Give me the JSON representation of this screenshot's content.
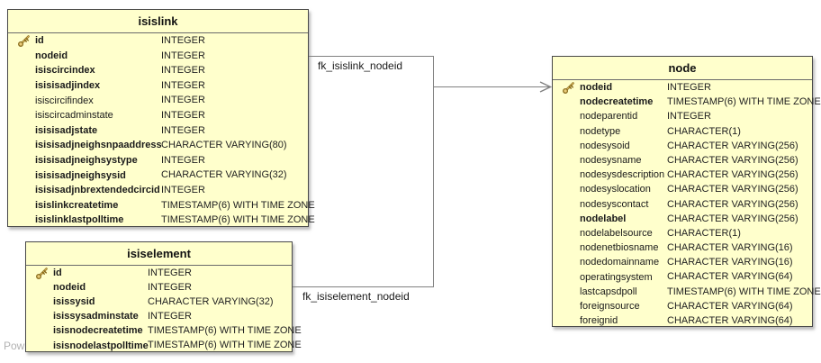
{
  "diagram": {
    "watermark": "Pow",
    "colors": {
      "table_fill": "#ffffcc",
      "table_border": "#484848",
      "connector_line": "#808080",
      "key_icon_gold": "#d9b35c"
    },
    "relations": [
      {
        "label": "fk_isislink_nodeid",
        "from": "isislink.nodeid",
        "to": "node.nodeid"
      },
      {
        "label": "fk_isiselement_nodeid",
        "from": "isiselement.nodeid",
        "to": "node.nodeid"
      }
    ],
    "tables": [
      {
        "name": "isislink",
        "columns": [
          {
            "name": "id",
            "type": "INTEGER",
            "pk": true,
            "bold": true
          },
          {
            "name": "nodeid",
            "type": "INTEGER",
            "pk": false,
            "bold": true
          },
          {
            "name": "isiscircindex",
            "type": "INTEGER",
            "pk": false,
            "bold": true
          },
          {
            "name": "isisisadjindex",
            "type": "INTEGER",
            "pk": false,
            "bold": true
          },
          {
            "name": "isiscircifindex",
            "type": "INTEGER",
            "pk": false,
            "bold": false
          },
          {
            "name": "isiscircadminstate",
            "type": "INTEGER",
            "pk": false,
            "bold": false
          },
          {
            "name": "isisisadjstate",
            "type": "INTEGER",
            "pk": false,
            "bold": true
          },
          {
            "name": "isisisadjneighsnpaaddress",
            "type": "CHARACTER VARYING(80)",
            "pk": false,
            "bold": true
          },
          {
            "name": "isisisadjneighsystype",
            "type": "INTEGER",
            "pk": false,
            "bold": true
          },
          {
            "name": "isisisadjneighsysid",
            "type": "CHARACTER VARYING(32)",
            "pk": false,
            "bold": true
          },
          {
            "name": "isisisadjnbrextendedcircid",
            "type": "INTEGER",
            "pk": false,
            "bold": true
          },
          {
            "name": "isislinkcreatetime",
            "type": "TIMESTAMP(6) WITH TIME ZONE",
            "pk": false,
            "bold": true
          },
          {
            "name": "isislinklastpolltime",
            "type": "TIMESTAMP(6) WITH TIME ZONE",
            "pk": false,
            "bold": true
          }
        ]
      },
      {
        "name": "isiselement",
        "columns": [
          {
            "name": "id",
            "type": "INTEGER",
            "pk": true,
            "bold": true
          },
          {
            "name": "nodeid",
            "type": "INTEGER",
            "pk": false,
            "bold": true
          },
          {
            "name": "isissysid",
            "type": "CHARACTER VARYING(32)",
            "pk": false,
            "bold": true
          },
          {
            "name": "isissysadminstate",
            "type": "INTEGER",
            "pk": false,
            "bold": true
          },
          {
            "name": "isisnodecreatetime",
            "type": "TIMESTAMP(6) WITH TIME ZONE",
            "pk": false,
            "bold": true
          },
          {
            "name": "isisnodelastpolltime",
            "type": "TIMESTAMP(6) WITH TIME ZONE",
            "pk": false,
            "bold": true
          }
        ]
      },
      {
        "name": "node",
        "columns": [
          {
            "name": "nodeid",
            "type": "INTEGER",
            "pk": true,
            "bold": true
          },
          {
            "name": "nodecreatetime",
            "type": "TIMESTAMP(6) WITH TIME ZONE",
            "pk": false,
            "bold": true
          },
          {
            "name": "nodeparentid",
            "type": "INTEGER",
            "pk": false,
            "bold": false
          },
          {
            "name": "nodetype",
            "type": "CHARACTER(1)",
            "pk": false,
            "bold": false
          },
          {
            "name": "nodesysoid",
            "type": "CHARACTER VARYING(256)",
            "pk": false,
            "bold": false
          },
          {
            "name": "nodesysname",
            "type": "CHARACTER VARYING(256)",
            "pk": false,
            "bold": false
          },
          {
            "name": "nodesysdescription",
            "type": "CHARACTER VARYING(256)",
            "pk": false,
            "bold": false
          },
          {
            "name": "nodesyslocation",
            "type": "CHARACTER VARYING(256)",
            "pk": false,
            "bold": false
          },
          {
            "name": "nodesyscontact",
            "type": "CHARACTER VARYING(256)",
            "pk": false,
            "bold": false
          },
          {
            "name": "nodelabel",
            "type": "CHARACTER VARYING(256)",
            "pk": false,
            "bold": true
          },
          {
            "name": "nodelabelsource",
            "type": "CHARACTER(1)",
            "pk": false,
            "bold": false
          },
          {
            "name": "nodenetbiosname",
            "type": "CHARACTER VARYING(16)",
            "pk": false,
            "bold": false
          },
          {
            "name": "nodedomainname",
            "type": "CHARACTER VARYING(16)",
            "pk": false,
            "bold": false
          },
          {
            "name": "operatingsystem",
            "type": "CHARACTER VARYING(64)",
            "pk": false,
            "bold": false
          },
          {
            "name": "lastcapsdpoll",
            "type": "TIMESTAMP(6) WITH TIME ZONE",
            "pk": false,
            "bold": false
          },
          {
            "name": "foreignsource",
            "type": "CHARACTER VARYING(64)",
            "pk": false,
            "bold": false
          },
          {
            "name": "foreignid",
            "type": "CHARACTER VARYING(64)",
            "pk": false,
            "bold": false
          }
        ]
      }
    ]
  }
}
